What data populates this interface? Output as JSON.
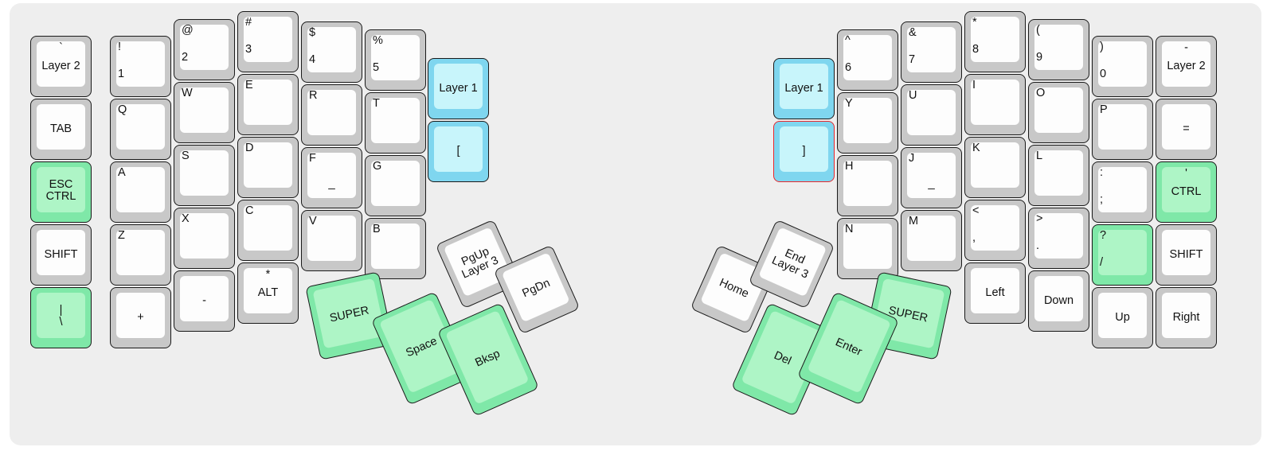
{
  "meta": {
    "title": "Split ergonomic keyboard layout (Layer 0)",
    "background_color": "#eeeeee",
    "key_shell_color": "#c8c8c8",
    "key_cap_color": "#fdfdfd",
    "green_shell_color": "#7fe8a8",
    "green_cap_color": "#aef5c6",
    "cyan_shell_color": "#7fd6ef",
    "cyan_cap_color": "#c8f5fb",
    "selected_outline_color": "#e8282d"
  },
  "left_half": {
    "name": "left-keyboard-half",
    "columns": [
      {
        "name": "col-pinky-outer",
        "keys": [
          {
            "top": "`",
            "main": "Layer 2",
            "style": "plain",
            "slot": "split"
          },
          {
            "top": "",
            "main": "TAB",
            "style": "plain",
            "slot": "center"
          },
          {
            "top": "ESC",
            "main": "CTRL",
            "style": "green",
            "slot": "stack"
          },
          {
            "top": "",
            "main": "SHIFT",
            "style": "plain",
            "slot": "center"
          },
          {
            "top": "|",
            "main": "\\",
            "style": "green",
            "slot": "stack"
          }
        ]
      },
      {
        "name": "col-pinky",
        "keys": [
          {
            "top": "!",
            "main": "1",
            "style": "plain",
            "slot": "corner"
          },
          {
            "top": "",
            "main": "Q",
            "style": "plain",
            "slot": "corner-top"
          },
          {
            "top": "",
            "main": "A",
            "style": "plain",
            "slot": "corner-top"
          },
          {
            "top": "",
            "main": "Z",
            "style": "plain",
            "slot": "corner-top"
          },
          {
            "top": "",
            "main": "+",
            "style": "plain",
            "slot": "center"
          }
        ]
      },
      {
        "name": "col-ring",
        "keys": [
          {
            "top": "@",
            "main": "2",
            "style": "plain",
            "slot": "corner"
          },
          {
            "top": "",
            "main": "W",
            "style": "plain",
            "slot": "corner-top"
          },
          {
            "top": "",
            "main": "S",
            "style": "plain",
            "slot": "corner-top"
          },
          {
            "top": "",
            "main": "X",
            "style": "plain",
            "slot": "corner-top"
          },
          {
            "top": "",
            "main": "-",
            "style": "plain",
            "slot": "center"
          }
        ]
      },
      {
        "name": "col-middle",
        "keys": [
          {
            "top": "#",
            "main": "3",
            "style": "plain",
            "slot": "corner"
          },
          {
            "top": "",
            "main": "E",
            "style": "plain",
            "slot": "corner-top"
          },
          {
            "top": "",
            "main": "D",
            "style": "plain",
            "slot": "corner-top"
          },
          {
            "top": "",
            "main": "C",
            "style": "plain",
            "slot": "corner-top"
          },
          {
            "top": "*",
            "main": "ALT",
            "style": "plain",
            "slot": "topcenter"
          }
        ]
      },
      {
        "name": "col-index",
        "keys": [
          {
            "top": "$",
            "main": "4",
            "style": "plain",
            "slot": "corner"
          },
          {
            "top": "",
            "main": "R",
            "style": "plain",
            "slot": "corner-top"
          },
          {
            "top": "",
            "main": "F",
            "style": "plain",
            "slot": "corner-top",
            "homing": true
          },
          {
            "top": "",
            "main": "V",
            "style": "plain",
            "slot": "corner-top"
          }
        ]
      },
      {
        "name": "col-index-inner",
        "keys": [
          {
            "top": "%",
            "main": "5",
            "style": "plain",
            "slot": "corner"
          },
          {
            "top": "",
            "main": "T",
            "style": "plain",
            "slot": "corner-top"
          },
          {
            "top": "",
            "main": "G",
            "style": "plain",
            "slot": "corner-top"
          },
          {
            "top": "",
            "main": "B",
            "style": "plain",
            "slot": "corner-top"
          }
        ]
      },
      {
        "name": "col-thumb-reach",
        "keys": [
          {
            "top": "",
            "main": "Layer 1",
            "style": "cyan",
            "slot": "center"
          },
          {
            "top": "",
            "main": "[",
            "style": "cyan",
            "slot": "center"
          }
        ]
      }
    ],
    "thumb_cluster": {
      "name": "left-thumb-cluster",
      "keys": [
        {
          "label": "SUPER",
          "style": "green",
          "rotation": -12
        },
        {
          "label": "PgUp\nLayer 3",
          "style": "plain",
          "rotation": -24
        },
        {
          "label": "PgDn",
          "style": "plain",
          "rotation": -24
        },
        {
          "label": "Space",
          "style": "green",
          "rotation": -24
        },
        {
          "label": "Bksp",
          "style": "green",
          "rotation": -24
        }
      ]
    }
  },
  "right_half": {
    "name": "right-keyboard-half",
    "columns": [
      {
        "name": "col-thumb-reach",
        "keys": [
          {
            "top": "",
            "main": "Layer 1",
            "style": "cyan",
            "slot": "center"
          },
          {
            "top": "",
            "main": "]",
            "style": "cyan",
            "slot": "center",
            "selected": true
          }
        ]
      },
      {
        "name": "col-index-inner",
        "keys": [
          {
            "top": "^",
            "main": "6",
            "style": "plain",
            "slot": "corner"
          },
          {
            "top": "",
            "main": "Y",
            "style": "plain",
            "slot": "corner-top"
          },
          {
            "top": "",
            "main": "H",
            "style": "plain",
            "slot": "corner-top"
          },
          {
            "top": "",
            "main": "N",
            "style": "plain",
            "slot": "corner-top"
          }
        ]
      },
      {
        "name": "col-index",
        "keys": [
          {
            "top": "&",
            "main": "7",
            "style": "plain",
            "slot": "corner"
          },
          {
            "top": "",
            "main": "U",
            "style": "plain",
            "slot": "corner-top"
          },
          {
            "top": "",
            "main": "J",
            "style": "plain",
            "slot": "corner-top",
            "homing": true
          },
          {
            "top": "",
            "main": "M",
            "style": "plain",
            "slot": "corner-top"
          }
        ]
      },
      {
        "name": "col-middle",
        "keys": [
          {
            "top": "*",
            "main": "8",
            "style": "plain",
            "slot": "corner"
          },
          {
            "top": "",
            "main": "I",
            "style": "plain",
            "slot": "corner-top"
          },
          {
            "top": "",
            "main": "K",
            "style": "plain",
            "slot": "corner-top"
          },
          {
            "top": "<",
            "main": ",",
            "style": "plain",
            "slot": "corner"
          },
          {
            "top": "",
            "main": "Left",
            "style": "plain",
            "slot": "center"
          }
        ]
      },
      {
        "name": "col-ring",
        "keys": [
          {
            "top": "(",
            "main": "9",
            "style": "plain",
            "slot": "corner"
          },
          {
            "top": "",
            "main": "O",
            "style": "plain",
            "slot": "corner-top"
          },
          {
            "top": "",
            "main": "L",
            "style": "plain",
            "slot": "corner-top"
          },
          {
            "top": ">",
            "main": ".",
            "style": "plain",
            "slot": "corner"
          },
          {
            "top": "",
            "main": "Down",
            "style": "plain",
            "slot": "center"
          }
        ]
      },
      {
        "name": "col-pinky",
        "keys": [
          {
            "top": ")",
            "main": "0",
            "style": "plain",
            "slot": "corner"
          },
          {
            "top": "",
            "main": "P",
            "style": "plain",
            "slot": "corner-top"
          },
          {
            "top": ":",
            "main": ";",
            "style": "plain",
            "slot": "corner"
          },
          {
            "top": "?",
            "main": "/",
            "style": "green",
            "slot": "corner"
          },
          {
            "top": "",
            "main": "Up",
            "style": "plain",
            "slot": "center"
          }
        ]
      },
      {
        "name": "col-pinky-outer",
        "keys": [
          {
            "top": "-",
            "main": "Layer 2",
            "style": "plain",
            "slot": "split"
          },
          {
            "top": "",
            "main": "=",
            "style": "plain",
            "slot": "center"
          },
          {
            "top": "'",
            "main": "CTRL",
            "style": "green",
            "slot": "split"
          },
          {
            "top": "",
            "main": "SHIFT",
            "style": "plain",
            "slot": "center"
          },
          {
            "top": "",
            "main": "Right",
            "style": "plain",
            "slot": "center"
          }
        ]
      }
    ],
    "thumb_cluster": {
      "name": "right-thumb-cluster",
      "keys": [
        {
          "label": "SUPER",
          "style": "green",
          "rotation": 12
        },
        {
          "label": "Home",
          "style": "plain",
          "rotation": 24
        },
        {
          "label": "End\nLayer 3",
          "style": "plain",
          "rotation": 24
        },
        {
          "label": "Del",
          "style": "green",
          "rotation": 24
        },
        {
          "label": "Enter",
          "style": "green",
          "rotation": 24
        }
      ]
    }
  }
}
